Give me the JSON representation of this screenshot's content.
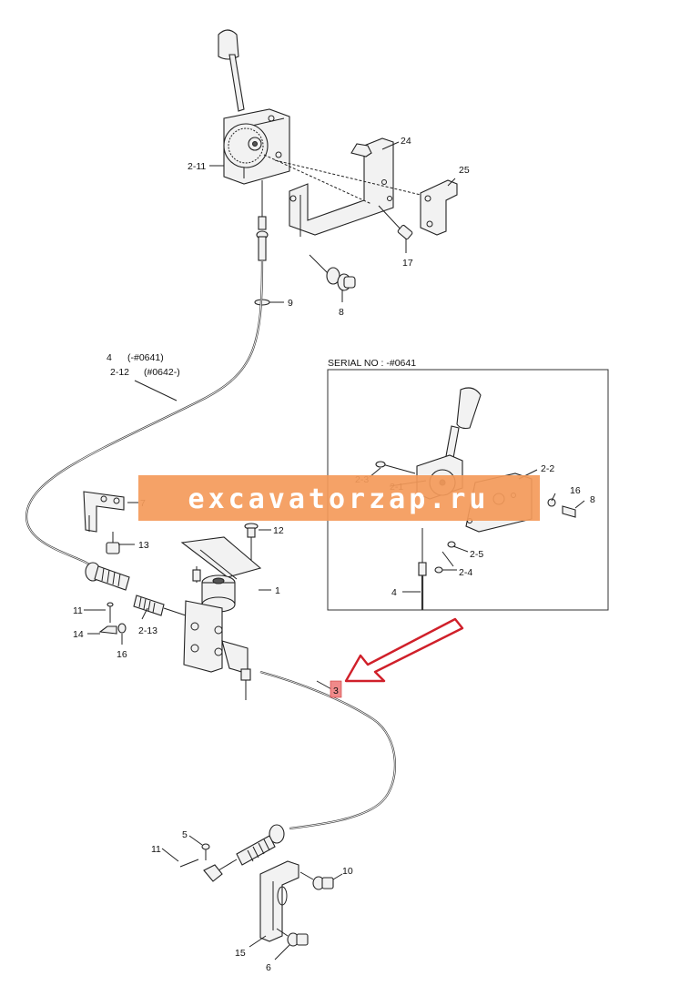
{
  "labels": {
    "l2_11": "2-11",
    "l24": "24",
    "l25": "25",
    "l17": "17",
    "l8": "8",
    "l9": "9",
    "l4": "4",
    "l4_note": "(-#0641)",
    "l2_12": "2-12",
    "l2_12_note": "(#0642-)",
    "l7": "7",
    "l12": "12",
    "l13": "13",
    "l1": "1",
    "l11": "11",
    "l14": "14",
    "l16": "16",
    "l2_13": "2-13",
    "l3": "3",
    "l5": "5",
    "l11b": "11",
    "l10": "10",
    "l15": "15",
    "l6": "6"
  },
  "inset": {
    "title": "SERIAL NO : -#0641",
    "l2_3": "2-3",
    "l2_2": "2-2",
    "l16": "16",
    "l8": "8",
    "l2_1": "2-1",
    "l2_5": "2-5",
    "l2_4": "2-4",
    "l4": "4"
  },
  "watermark": {
    "text": "excavatorzap.ru"
  },
  "colors": {
    "watermark": "#f49a5a",
    "highlight": "#f08a8a",
    "arrow": "#d0202a"
  }
}
